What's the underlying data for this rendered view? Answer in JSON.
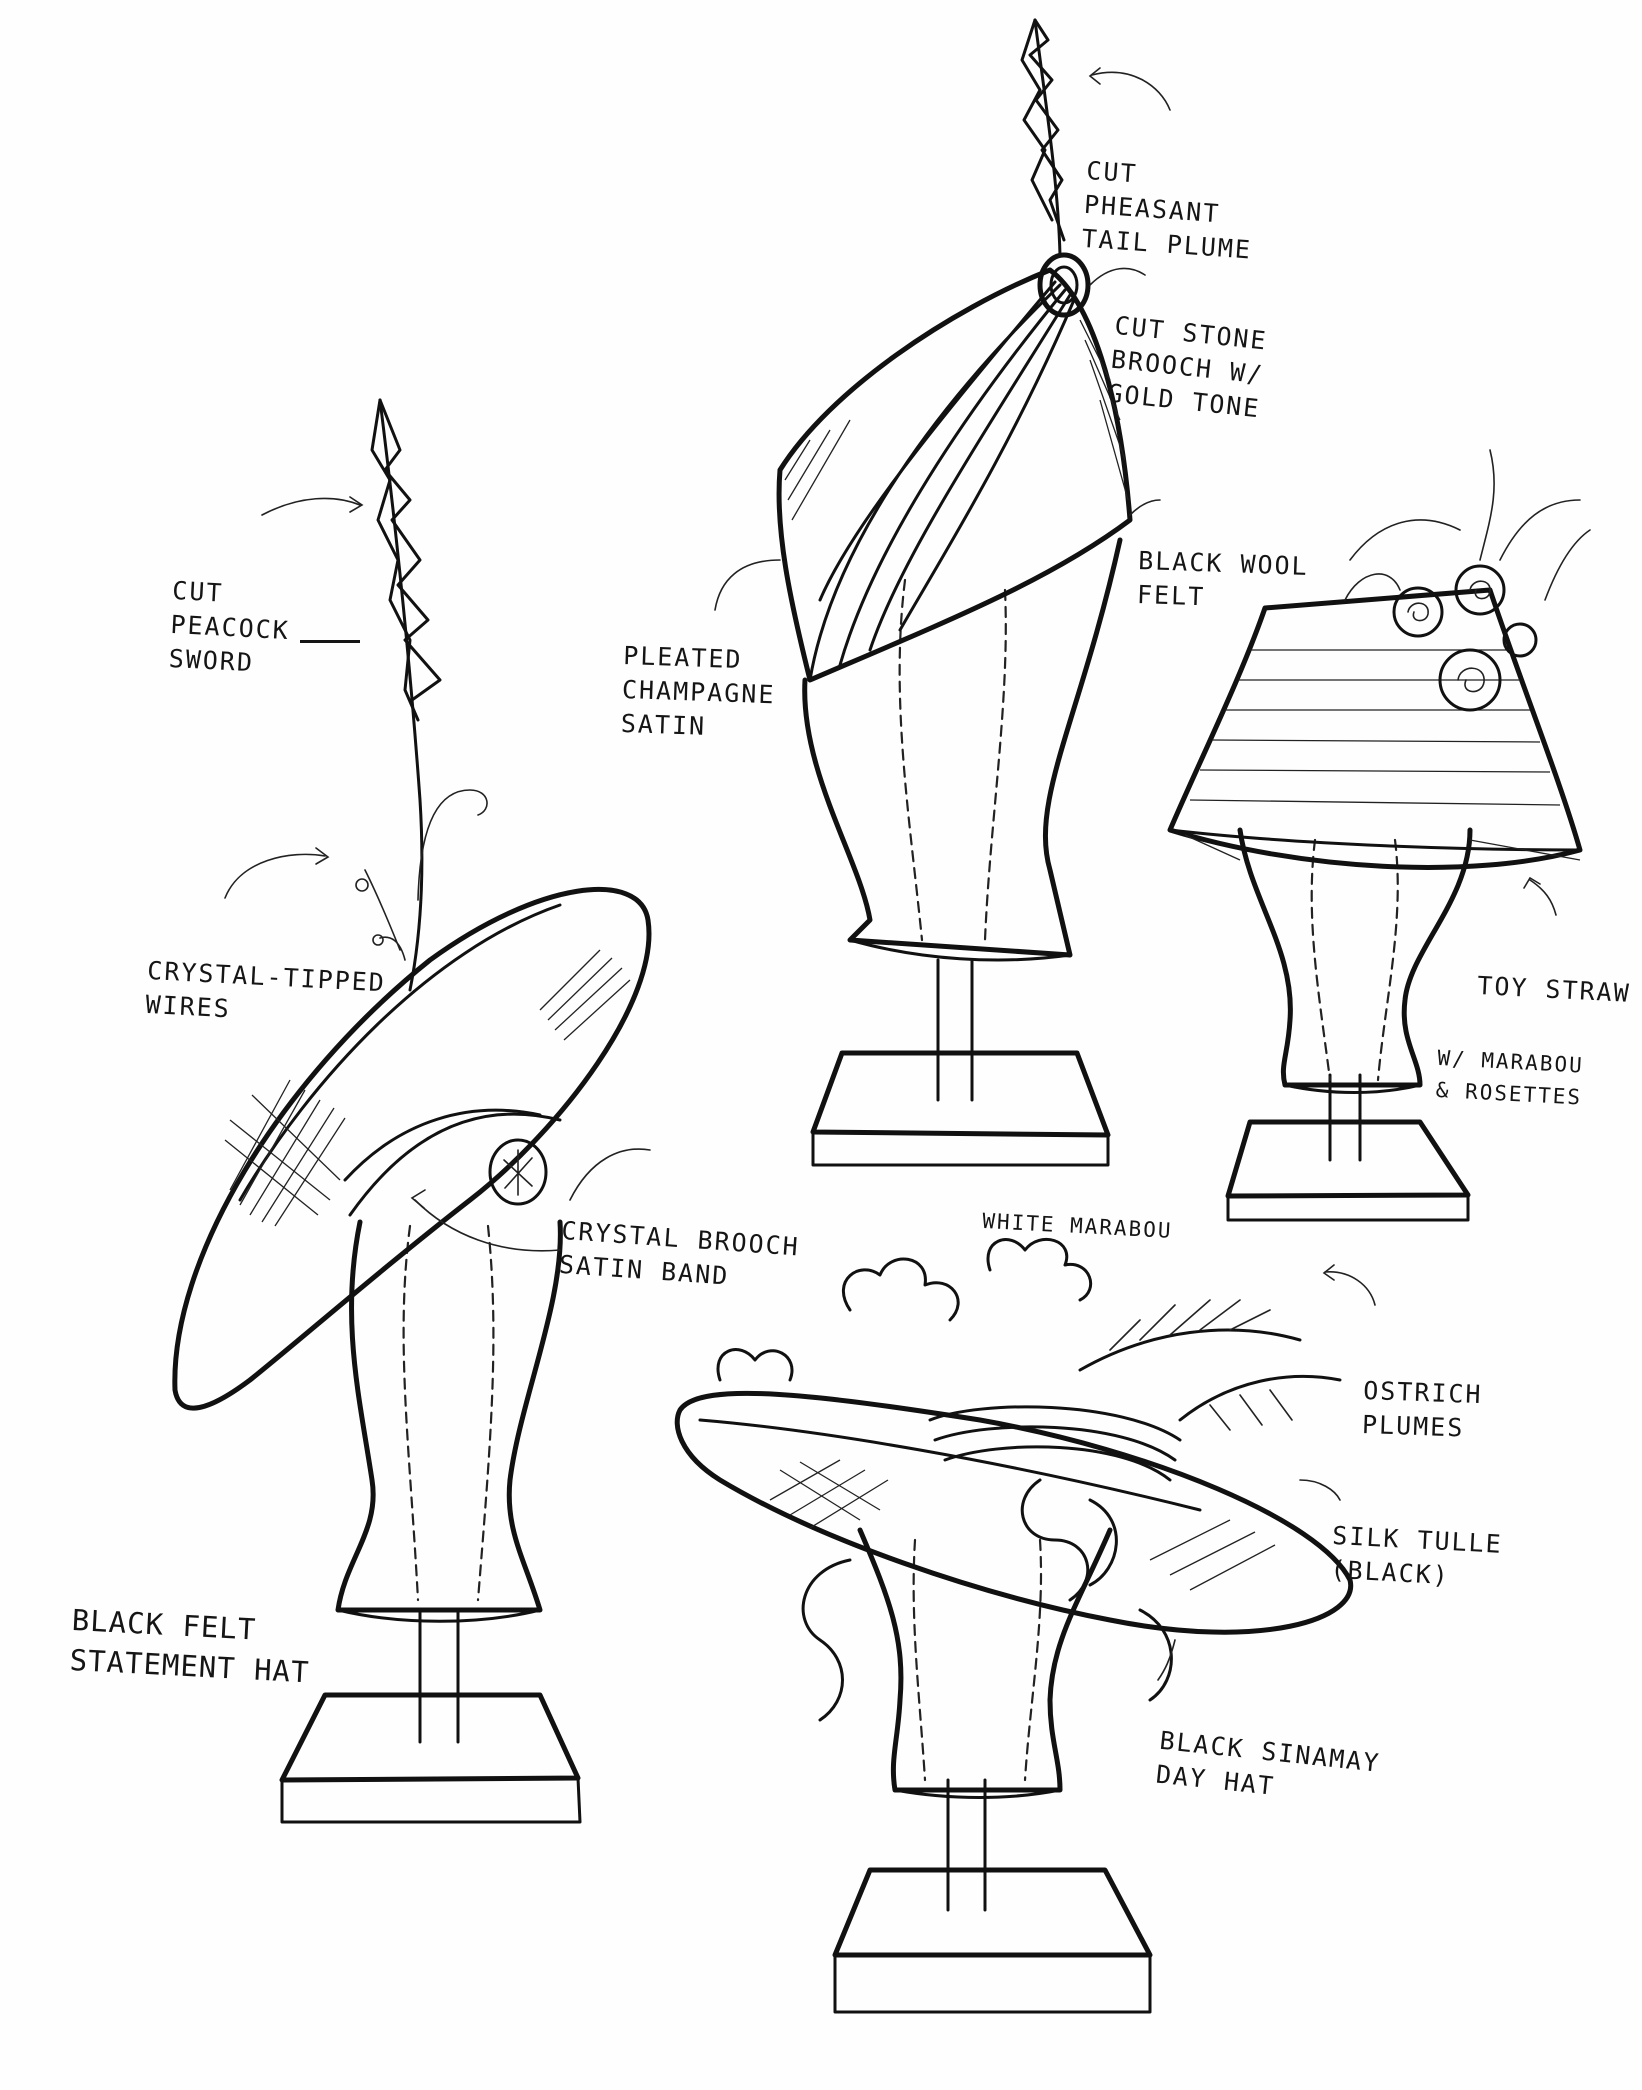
{
  "sketch": {
    "title": "Black Felt Statement Hat sketches",
    "colors": {
      "ink": "#111111",
      "paper": "#fefefe"
    }
  },
  "labels": {
    "peacock_sword": "Cut\nPeacock\nSword",
    "crystal_wires": "Crystal-Tipped\nWires",
    "crystal_brooch": "Crystal Brooch\nSatin Band",
    "statement_hat": "Black Felt\nStatement Hat",
    "pheasant_plume": "Cut\nPheasant\nTail Plume",
    "cut_stone_brooch": "Cut Stone\nBrooch w/\nGold Tone",
    "pleated_satin": "Pleated\nChampagne\nSatin",
    "wool_felt": "Black Wool\nFelt",
    "toy_straw": "Toy Straw",
    "marabou_rosettes": "w/ Marabou\n& Rosettes",
    "white_marabou": "White Marabou",
    "ostrich_plumes": "Ostrich\nPlumes",
    "silk_tulle": "Silk Tulle\n(Black)",
    "sinamay_hat": "Black Sinamay\nDay Hat"
  }
}
